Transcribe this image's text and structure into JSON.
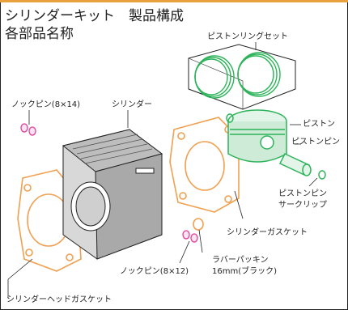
{
  "header": {
    "title_line1": "シリンダーキット　製品構成",
    "title_line2": "各部品名称"
  },
  "labels": {
    "piston_ring_set": "ピストンリングセット",
    "knock_pin_14": "ノックピン(8×14)",
    "cylinder": "シリンダー",
    "piston": "ピストン",
    "piston_pin": "ピストンピン",
    "piston_pin_clip_1": "ピストンピン",
    "piston_pin_clip_2": "サークリップ",
    "cylinder_gasket": "シリンダーガスケット",
    "rubber_packing_1": "ラバーパッキン",
    "rubber_packing_2": "16mm(ブラック)",
    "knock_pin_12": "ノックピン(8×12)",
    "head_gasket": "シリンダーヘッドガスケット"
  },
  "colors": {
    "accent": "#e8a13c",
    "gasket": "#f0a050",
    "piston": "#2db35a",
    "knock_pin": "#e0409a",
    "line": "#222222"
  }
}
